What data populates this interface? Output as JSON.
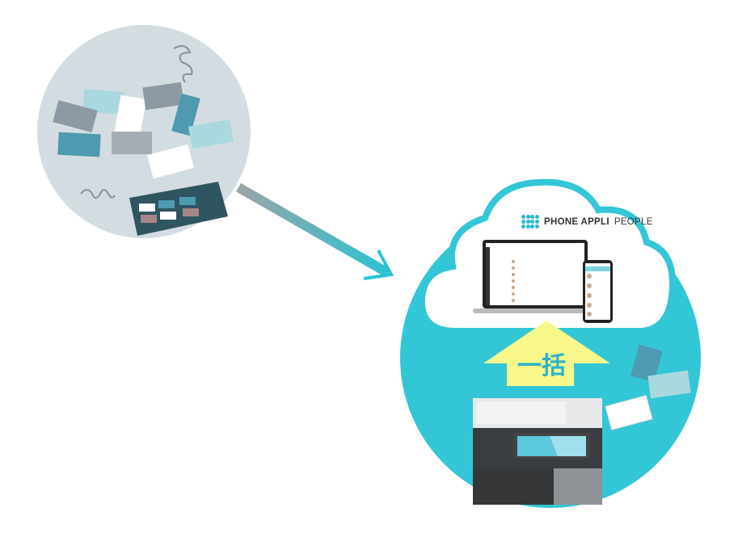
{
  "brand": {
    "name_bold": "PHONE APPLI",
    "name_light": "PEOPLE"
  },
  "arrow_label": "一括",
  "colors": {
    "teal": "#33c6d6",
    "gray_circle": "#d3dde1",
    "yellow_arrow": "#f8f88a",
    "dark_card": "#2f5561"
  }
}
